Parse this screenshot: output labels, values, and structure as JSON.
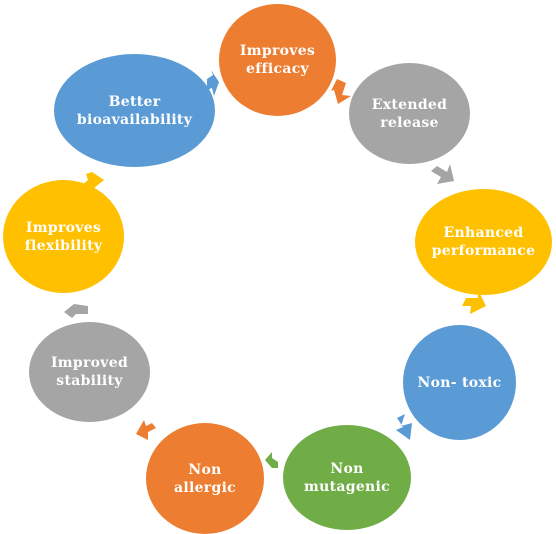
{
  "cycle": {
    "nodes": [
      {
        "label": "Improves efficacy",
        "color": "#ed7d31"
      },
      {
        "label": "Extended release",
        "color": "#a5a5a5"
      },
      {
        "label": "Enhanced performance",
        "color": "#ffc000"
      },
      {
        "label": "Non- toxic",
        "color": "#5b9bd5"
      },
      {
        "label": "Non mutagenic",
        "color": "#70ad47"
      },
      {
        "label": "Non allergic",
        "color": "#ed7d31"
      },
      {
        "label": "Improved stability",
        "color": "#a5a5a5"
      },
      {
        "label": "Improves flexibility",
        "color": "#ffc000"
      },
      {
        "label": "Better bioavailability",
        "color": "#5b9bd5"
      }
    ]
  }
}
